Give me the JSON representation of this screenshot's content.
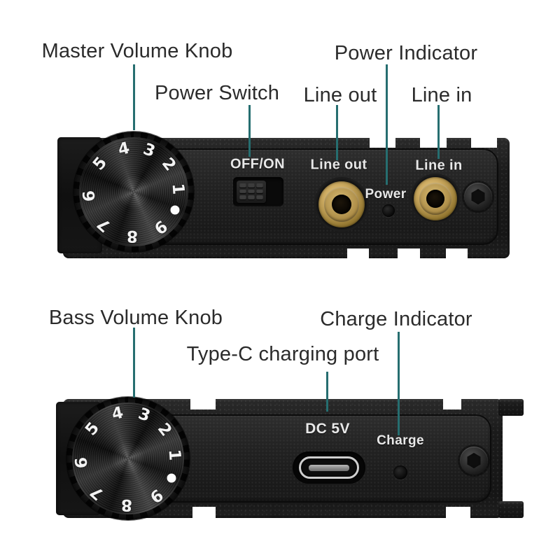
{
  "colors": {
    "callout_line": "#266e70",
    "label_text": "#2b2b2b",
    "panel_text": "#e8e8e8",
    "gold_jack": "#cdab62",
    "chassis_black": "#1b1b1b"
  },
  "top_device": {
    "labels": {
      "master_volume_knob": "Master Volume Knob",
      "power_switch": "Power Switch",
      "power_indicator": "Power Indicator",
      "line_out": "Line out",
      "line_in": "Line in"
    },
    "panel_text": {
      "power_switch": "OFF/ON",
      "line_out": "Line out",
      "power": "Power",
      "line_in": "Line in"
    },
    "volume_knob": {
      "numbers": [
        "1",
        "2",
        "3",
        "4",
        "5",
        "6",
        "7",
        "8",
        "9"
      ]
    }
  },
  "bottom_device": {
    "labels": {
      "bass_volume_knob": "Bass Volume Knob",
      "type_c_port": "Type-C charging port",
      "charge_indicator": "Charge Indicator"
    },
    "panel_text": {
      "dc": "DC 5V",
      "charge": "Charge"
    },
    "bass_knob": {
      "numbers": [
        "1",
        "2",
        "3",
        "4",
        "5",
        "6",
        "7",
        "8",
        "9"
      ]
    }
  }
}
